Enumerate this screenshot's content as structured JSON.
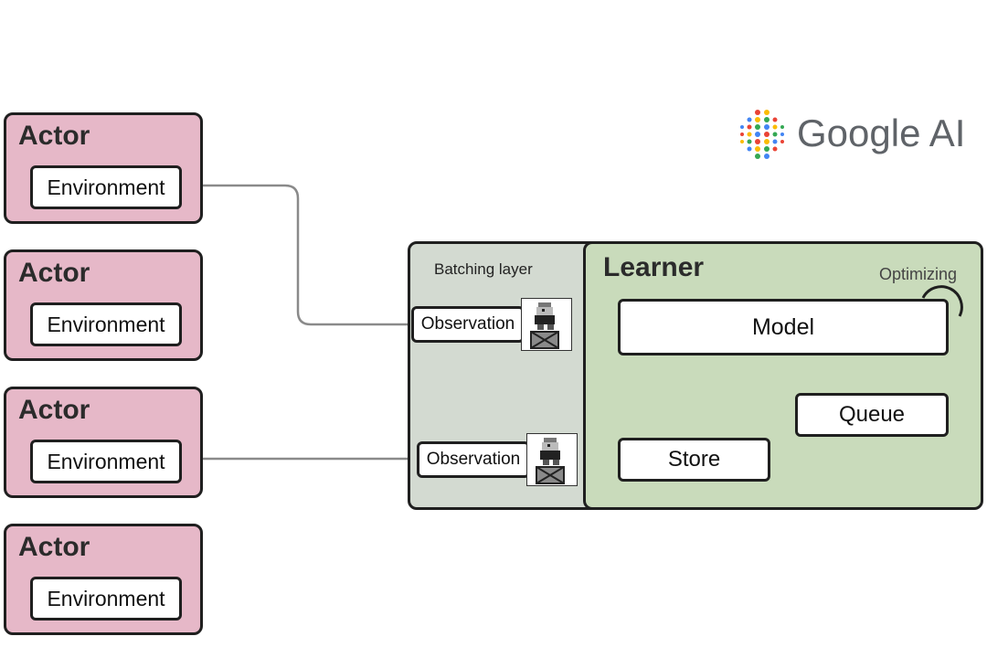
{
  "actors": [
    {
      "title": "Actor",
      "environment": "Environment"
    },
    {
      "title": "Actor",
      "environment": "Environment"
    },
    {
      "title": "Actor",
      "environment": "Environment"
    },
    {
      "title": "Actor",
      "environment": "Environment"
    }
  ],
  "logo": {
    "text": "Google AI"
  },
  "batching": {
    "label": "Batching layer",
    "observations": [
      "Observation",
      "Observation"
    ]
  },
  "learner": {
    "title": "Learner",
    "optimizing": "Optimizing",
    "model": "Model",
    "queue": "Queue",
    "store": "Store"
  },
  "colors": {
    "actor_fill": "#e6b8c8",
    "batching_fill": "#d3dad1",
    "learner_fill": "#c9dbbb",
    "wire": "#8a8a8a"
  }
}
